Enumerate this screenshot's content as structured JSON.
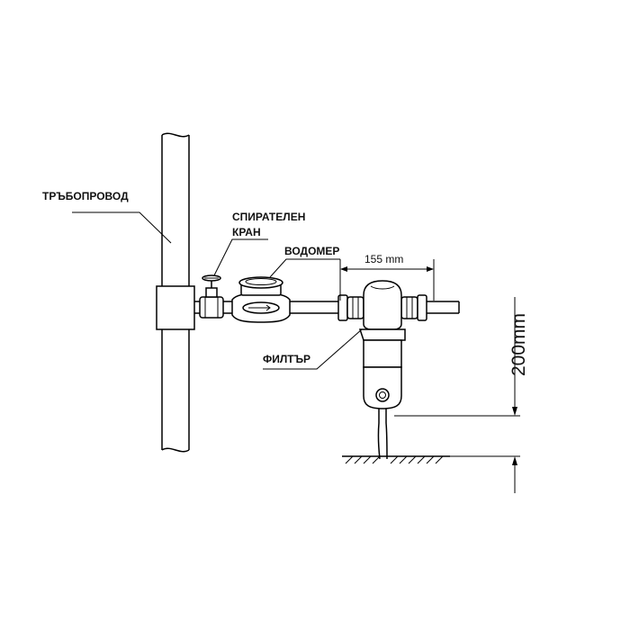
{
  "labels": {
    "pipeline": "ТРЪБОПРОВОД",
    "shutoff_valve_line1": "СПИРАТЕЛЕН",
    "shutoff_valve_line2": "КРАН",
    "water_meter": "ВОДОМЕР",
    "filter": "ФИЛТЪР"
  },
  "dimensions": {
    "width": "155 mm",
    "height": "200mm"
  }
}
